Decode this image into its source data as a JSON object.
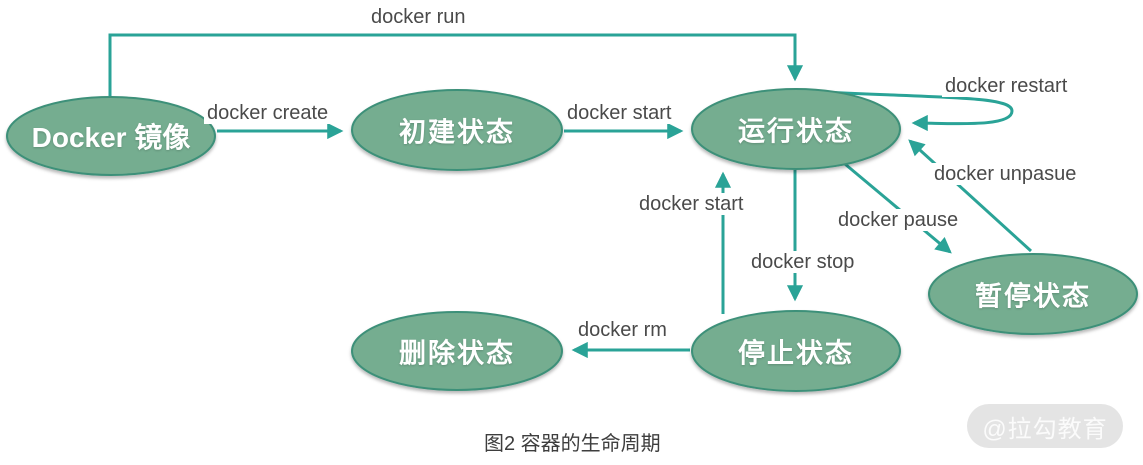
{
  "diagram": {
    "title_caption": "图2 容器的生命周期",
    "watermark": "@拉勾教育",
    "nodes": {
      "docker_image": {
        "label": "Docker 镜像"
      },
      "created": {
        "label": "初建状态"
      },
      "running": {
        "label": "运行状态"
      },
      "paused": {
        "label": "暂停状态"
      },
      "stopped": {
        "label": "停止状态"
      },
      "deleted": {
        "label": "删除状态"
      }
    },
    "edges": {
      "run": {
        "label": "docker run",
        "from": "docker_image",
        "to": "running"
      },
      "create": {
        "label": "docker create",
        "from": "docker_image",
        "to": "created"
      },
      "start": {
        "label": "docker start",
        "from": "created",
        "to": "running"
      },
      "restart": {
        "label": "docker restart",
        "from": "running",
        "to": "running"
      },
      "unpause": {
        "label": "docker unpasue",
        "from": "paused",
        "to": "running"
      },
      "pause": {
        "label": "docker pause",
        "from": "running",
        "to": "paused"
      },
      "stop": {
        "label": "docker stop",
        "from": "running",
        "to": "stopped"
      },
      "start_from_stopped": {
        "label": "docker start",
        "from": "stopped",
        "to": "running"
      },
      "rm": {
        "label": "docker rm",
        "from": "stopped",
        "to": "deleted"
      }
    },
    "colors": {
      "node_fill": "#74ad90",
      "node_border": "#3d9079",
      "arrow": "#2aa397",
      "edge_label_text": "#4a4a4a",
      "node_text": "#ffffff",
      "caption_text": "#3e3e3e",
      "watermark_bg": "#e4e4e4",
      "watermark_text": "#fbfbfb"
    }
  }
}
